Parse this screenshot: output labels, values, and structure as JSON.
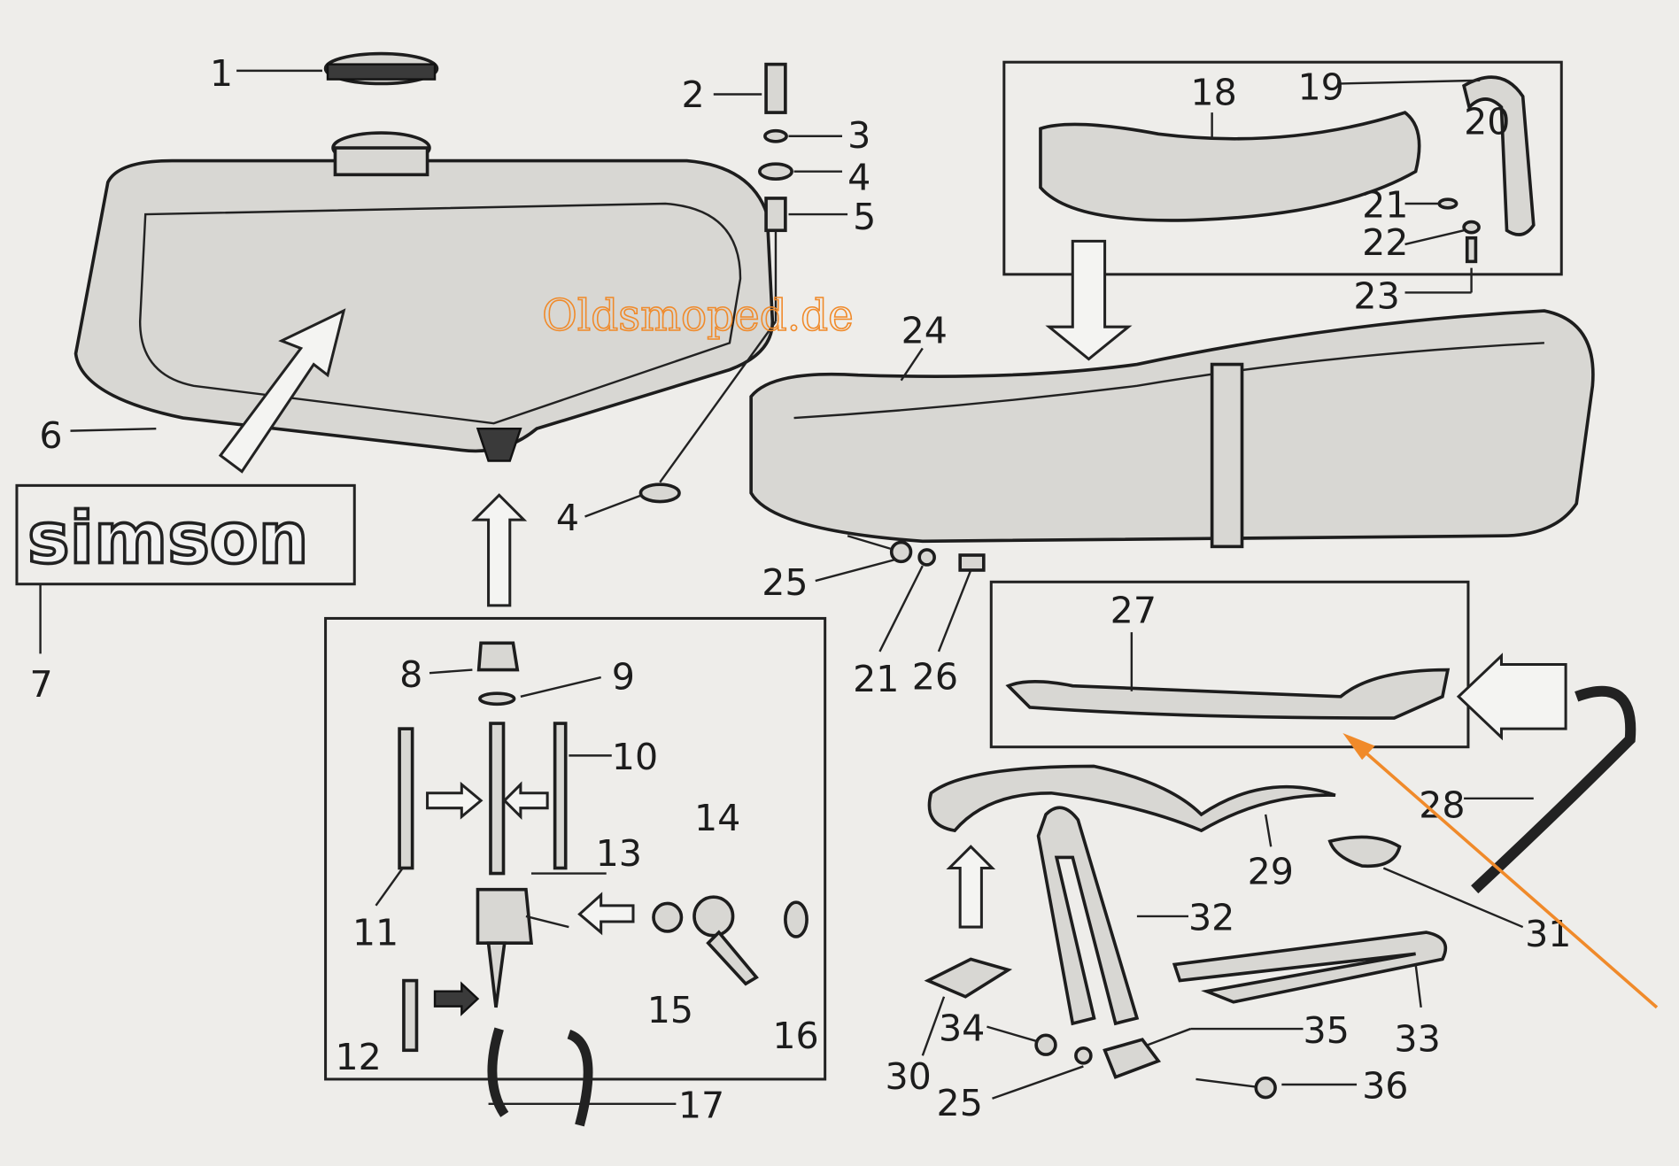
{
  "diagram": {
    "title": "Simson moped exploded parts diagram - fuel tank, fuel tap and seat",
    "watermark": "Oldsmoped.de",
    "logo_text": "simson",
    "part_numbers": {
      "p1": "1",
      "p2": "2",
      "p3": "3",
      "p4a": "4",
      "p5": "5",
      "p6": "6",
      "p7": "7",
      "p4b": "4",
      "p8": "8",
      "p9": "9",
      "p10": "10",
      "p11": "11",
      "p12": "12",
      "p13": "13",
      "p14": "14",
      "p15": "15",
      "p16": "16",
      "p17": "17",
      "p18": "18",
      "p19": "19",
      "p20": "20",
      "p21a": "21",
      "p22": "22",
      "p23": "23",
      "p24": "24",
      "p25a": "25",
      "p21b": "21",
      "p26": "26",
      "p27": "27",
      "p28": "28",
      "p29": "29",
      "p30": "30",
      "p31": "31",
      "p32": "32",
      "p33": "33",
      "p34": "34",
      "p35": "35",
      "p36": "36",
      "p25b": "25"
    },
    "colors": {
      "annotation_arrow": "#f08a2a",
      "ink": "#1c1c1c",
      "paper": "#eeedea"
    }
  }
}
